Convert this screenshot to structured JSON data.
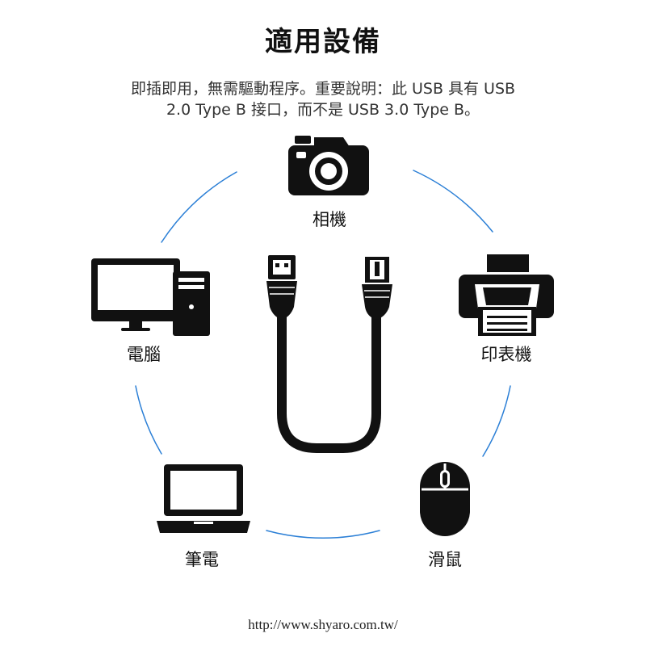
{
  "title": "適用設備",
  "description": {
    "line1": "即插即用，無需驅動程序。重要說明：此 USB 具有 USB",
    "line2": "2.0 Type B 接口，而不是 USB 3.0 Type B。"
  },
  "devices": {
    "camera": "相機",
    "computer": "電腦",
    "printer": "印表機",
    "laptop": "筆電",
    "mouse": "滑鼠"
  },
  "footer": "http://www.shyaro.com.tw/",
  "colors": {
    "accent_blue": "#2b7fd6",
    "icon": "#111111"
  }
}
